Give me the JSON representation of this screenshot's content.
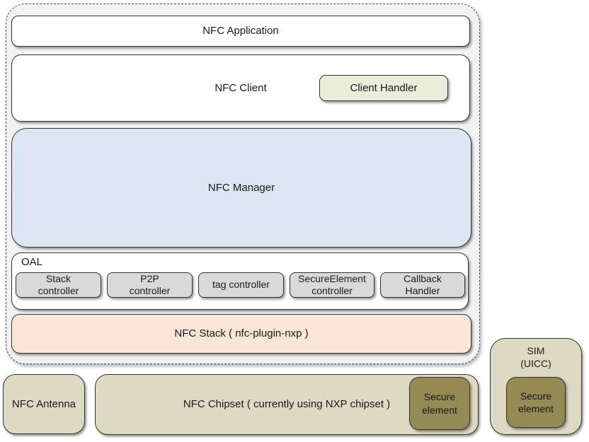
{
  "diagram": {
    "title_context": "NFC software and hardware architecture",
    "software_stack": {
      "nfc_application": "NFC Application",
      "nfc_client": "NFC Client",
      "client_handler": "Client Handler",
      "nfc_manager": "NFC Manager",
      "oal": {
        "label": "OAL",
        "controllers": [
          "Stack\ncontroller",
          "P2P\ncontroller",
          "tag controller",
          "SecureElement\ncontroller",
          "Callback\nHandler"
        ]
      },
      "nfc_stack": "NFC Stack ( nfc-plugin-nxp )"
    },
    "hardware": {
      "nfc_antenna": "NFC Antenna",
      "nfc_chipset": "NFC Chipset ( currently using NXP chipset )",
      "chipset_secure_element": "Secure\nelement",
      "sim": "SIM\n(UICC)",
      "sim_secure_element": "Secure\nelement"
    },
    "colors": {
      "container_fill": "#f2f2f2",
      "manager_fill": "#dce6f2",
      "client_handler_fill": "#e9edda",
      "controller_fill": "#d9d9d9",
      "nfc_stack_fill": "#fbe5d6",
      "hardware_fill": "#ddd9c3",
      "secure_element_fill": "#948a54",
      "border": "#333333"
    }
  }
}
